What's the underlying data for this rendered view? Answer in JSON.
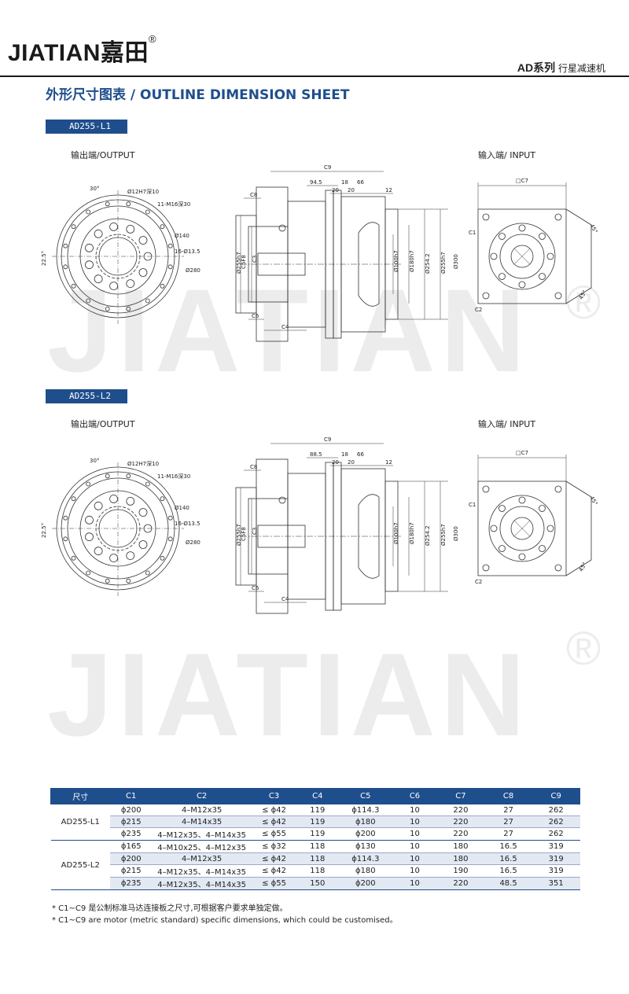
{
  "brand": {
    "name_en": "JIATIAN",
    "name_cn": "嘉田",
    "reg_mark": "®",
    "series": "AD系列",
    "series_desc": "行星减速机"
  },
  "watermark": "JIATIAN",
  "sheet_title": "外形尺寸图表 / OUTLINE DIMENSION SHEET",
  "sections": [
    {
      "model": "AD255-L1",
      "output_label": "输出端/OUTPUT",
      "input_label": "输入端/ INPUT",
      "dims": {
        "angle_30": "30°",
        "angle_22": "22.5°",
        "hole_12": "Ø12H7深10",
        "thread": "11-M16深30",
        "d140": "Ø140",
        "holes16": "16-Ø13.5",
        "d280": "Ø280",
        "c9": "C9",
        "d945": "94.5",
        "d18": "18",
        "d66": "66",
        "d20a": "20",
        "d20b": "20",
        "d12": "12",
        "c8": "C8",
        "c6": "C6",
        "c4": "C4",
        "c3": "C3",
        "c5": "C5F8",
        "d255": "Ø255h7",
        "d100": "Ø100h7",
        "d180": "Ø180h7",
        "d254": "Ø254.2",
        "d255b": "Ø255h7",
        "d300": "Ø300",
        "c7": "□C7",
        "c1": "C1",
        "c2": "C2",
        "a45a": "45°",
        "a45b": "45°"
      }
    },
    {
      "model": "AD255-L2",
      "output_label": "输出端/OUTPUT",
      "input_label": "输入端/ INPUT",
      "dims": {
        "angle_30": "30°",
        "angle_22": "22.5°",
        "hole_12": "Ø12H7深10",
        "thread": "11-M16深30",
        "d140": "Ø140",
        "holes16": "16-Ø13.5",
        "d280": "Ø280",
        "c9": "C9",
        "d945": "88.5",
        "d18": "18",
        "d66": "66",
        "d20a": "20",
        "d20b": "20",
        "d12": "12",
        "c8": "C8",
        "c6": "C6",
        "c4": "C4",
        "c3": "C3",
        "c5": "C5F8",
        "d255": "Ø255h7",
        "d100": "Ø100h7",
        "d180": "Ø180h7",
        "d254": "Ø254.2",
        "d255b": "Ø255h7",
        "d300": "Ø300",
        "c7": "□C7",
        "c1": "C1",
        "c2": "C2",
        "a45a": "45°",
        "a45b": "45°"
      }
    }
  ],
  "table": {
    "headers": [
      "尺寸",
      "C1",
      "C2",
      "C3",
      "C4",
      "C5",
      "C6",
      "C7",
      "C8",
      "C9"
    ],
    "groups": [
      {
        "model": "AD255-L1",
        "rows": [
          [
            "ϕ200",
            "4–M12x35",
            "≤ ϕ42",
            "119",
            "ϕ114.3",
            "10",
            "220",
            "27",
            "262"
          ],
          [
            "ϕ215",
            "4–M14x35",
            "≤ ϕ42",
            "119",
            "ϕ180",
            "10",
            "220",
            "27",
            "262"
          ],
          [
            "ϕ235",
            "4–M12x35、4–M14x35",
            "≤ ϕ55",
            "119",
            "ϕ200",
            "10",
            "220",
            "27",
            "262"
          ]
        ]
      },
      {
        "model": "AD255-L2",
        "rows": [
          [
            "ϕ165",
            "4–M10x25、4–M12x35",
            "≤ ϕ32",
            "118",
            "ϕ130",
            "10",
            "180",
            "16.5",
            "319"
          ],
          [
            "ϕ200",
            "4–M12x35",
            "≤ ϕ42",
            "118",
            "ϕ114.3",
            "10",
            "180",
            "16.5",
            "319"
          ],
          [
            "ϕ215",
            "4–M12x35、4–M14x35",
            "≤ ϕ42",
            "118",
            "ϕ180",
            "10",
            "190",
            "16.5",
            "319"
          ],
          [
            "ϕ235",
            "4–M12x35、4–M14x35",
            "≤ ϕ55",
            "150",
            "ϕ200",
            "10",
            "220",
            "48.5",
            "351"
          ]
        ]
      }
    ]
  },
  "notes": [
    "* C1~C9  是公制标准马达连接板之尺寸,可根据客户要求单独定做。",
    "* C1~C9  are motor (metric standard) specific dimensions, which could be customised。"
  ],
  "colors": {
    "accent": "#1f4e8c",
    "row_shade": "#e3e9f3",
    "watermark": "#ececec"
  }
}
